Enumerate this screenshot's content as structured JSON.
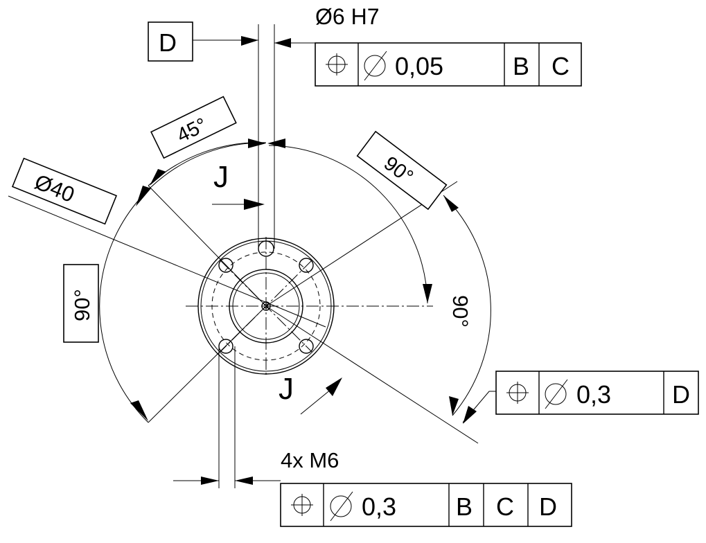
{
  "bore_callout": "Ø6 H7",
  "thread_callout": "4x M6",
  "datum_d_label": "D",
  "section_mark": "J",
  "angle_45": "45°",
  "angle_90_top_right": "90°",
  "angle_90_right": "90°",
  "angle_90_left": "90°",
  "diameter_40": "Ø40",
  "fcf_top": {
    "value": "0,05",
    "ref1": "B",
    "ref2": "C"
  },
  "fcf_right": {
    "value": "0,3",
    "ref1": "D"
  },
  "fcf_bottom": {
    "value": "0,3",
    "ref1": "B",
    "ref2": "C",
    "ref3": "D"
  }
}
